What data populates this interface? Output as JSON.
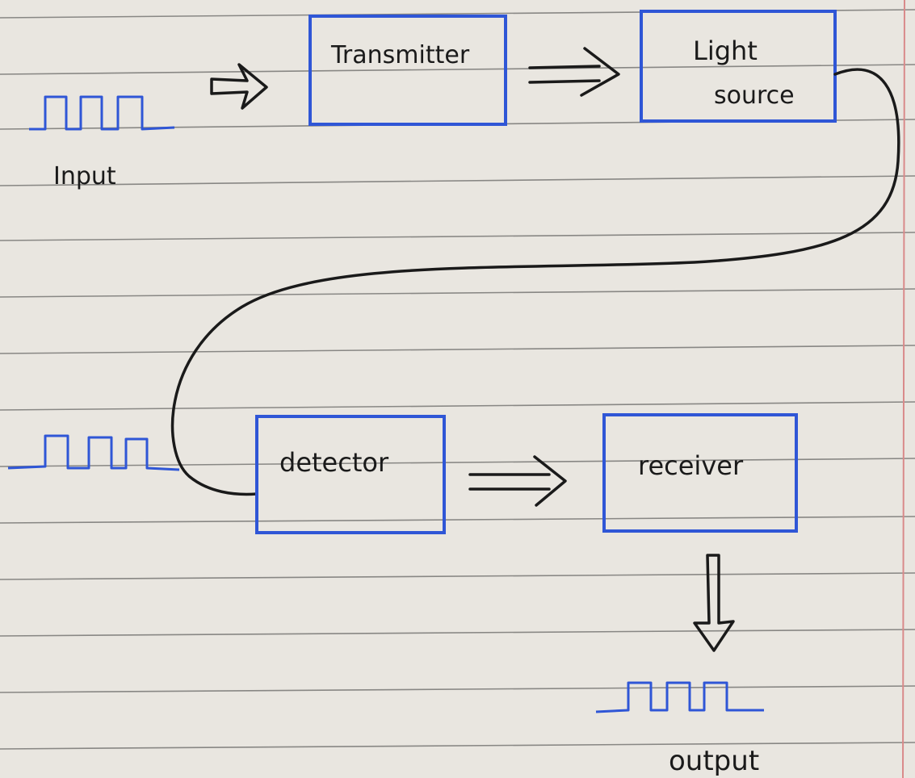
{
  "colors": {
    "paper": "#e9e6e0",
    "rule_line": "#3a3a3a",
    "margin_line": "#d98a8a",
    "box_stroke": "#2f56d6",
    "signal_stroke": "#2f56d6",
    "ink": "#1a1a1a"
  },
  "labels": {
    "input": "Input",
    "transmitter": "Transmitter",
    "light_source_line1": "Light",
    "light_source_line2": "source",
    "detector": "detector",
    "receiver": "receiver",
    "output": "output"
  },
  "icons": {
    "input_arrow": "hollow-right-arrow",
    "transmitter_arrow": "double-line-right-arrow",
    "detector_arrow": "double-line-right-arrow",
    "receiver_arrow": "hollow-down-arrow",
    "input_signal": "square-wave-icon",
    "received_signal": "square-wave-icon",
    "output_signal": "square-wave-icon",
    "fiber": "optical-fiber-curve"
  }
}
